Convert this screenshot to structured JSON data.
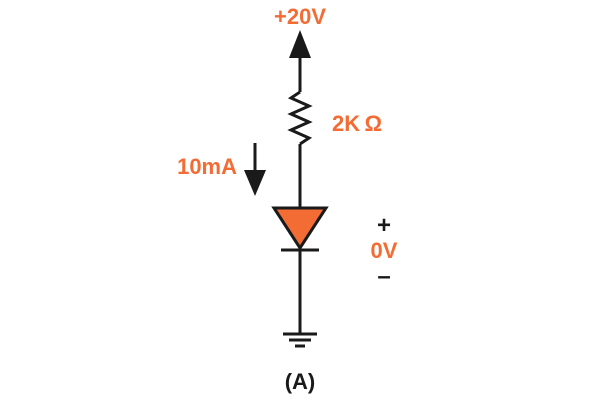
{
  "labels": {
    "supply_voltage": "+20V",
    "resistor_value": "2K Ω",
    "current": "10mA",
    "polarity_plus": "+",
    "diode_voltage": "0V",
    "polarity_minus": "–",
    "figure_caption": "(A)"
  },
  "colors": {
    "accent": "#f26c34",
    "wire": "#1a1a1a",
    "background": "#ffffff"
  },
  "icons": {
    "supply": "arrow-up-icon",
    "current_direction": "arrow-down-icon",
    "resistor": "resistor-zigzag-icon",
    "diode": "diode-triangle-icon",
    "ground": "ground-icon"
  }
}
